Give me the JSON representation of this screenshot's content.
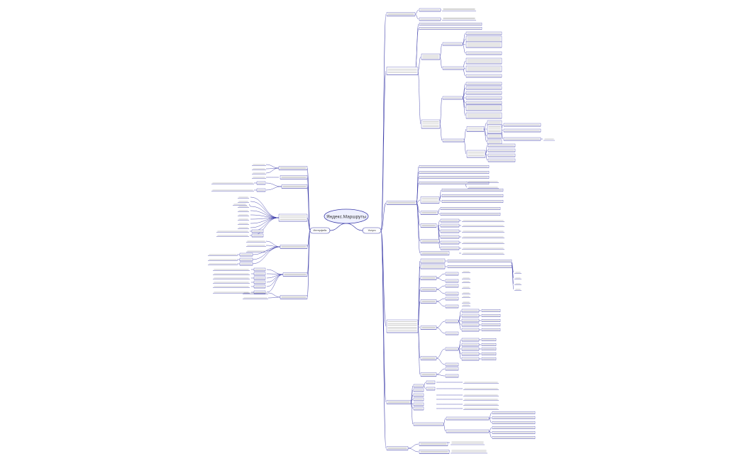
{
  "root": "Яндекс.Маршруты",
  "colors": {
    "line": "#3a3aa8",
    "root_fill": "#eef0ff",
    "text": "#333333"
  },
  "branches": {
    "right": {
      "label": "Услуги"
    },
    "left": {
      "label": "Интерфейс"
    }
  }
}
